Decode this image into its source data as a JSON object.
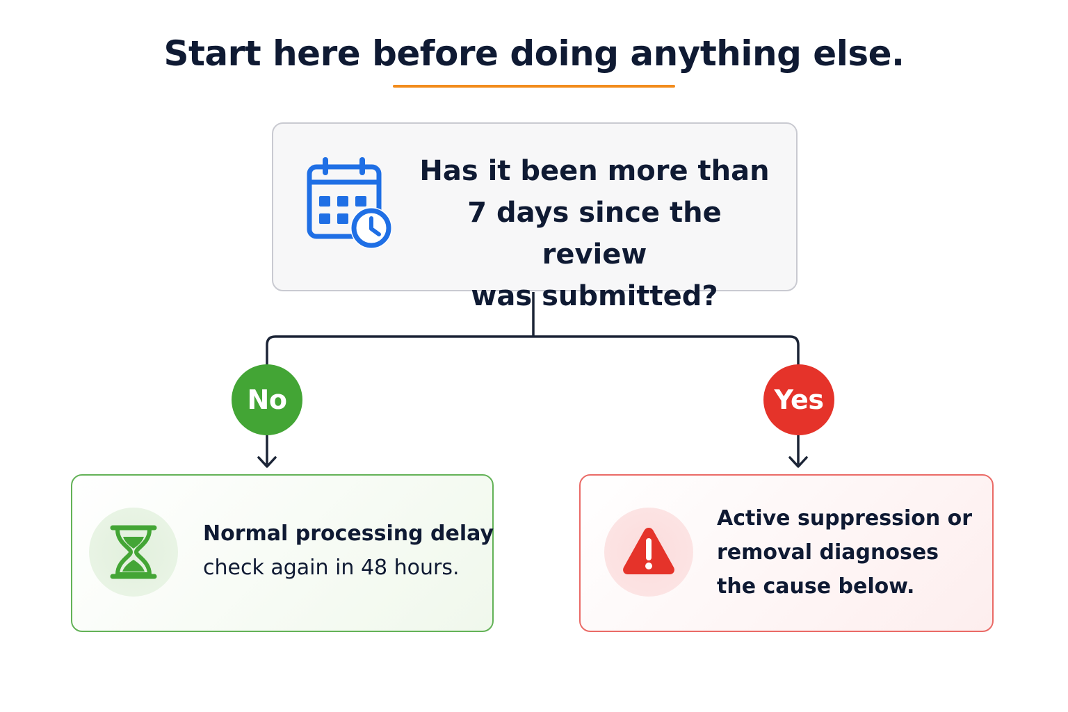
{
  "title": "Start here before doing anything else.",
  "question": {
    "icon": "calendar-clock-icon",
    "lines": [
      "Has it been more than",
      "7 days since the review",
      "was submitted?"
    ]
  },
  "branches": {
    "no": {
      "label": "No",
      "icon": "hourglass-icon",
      "line1": "Normal processing delay",
      "line2": "check again in 48 hours."
    },
    "yes": {
      "label": "Yes",
      "icon": "warning-icon",
      "lines": [
        "Active suppression or",
        "removal diagnoses",
        "the cause below."
      ]
    }
  },
  "colors": {
    "accent_orange": "#f28c1c",
    "calendar_blue": "#1f6fe5",
    "no_green": "#43a535",
    "yes_red": "#e5332a",
    "connector": "#1b2436"
  }
}
